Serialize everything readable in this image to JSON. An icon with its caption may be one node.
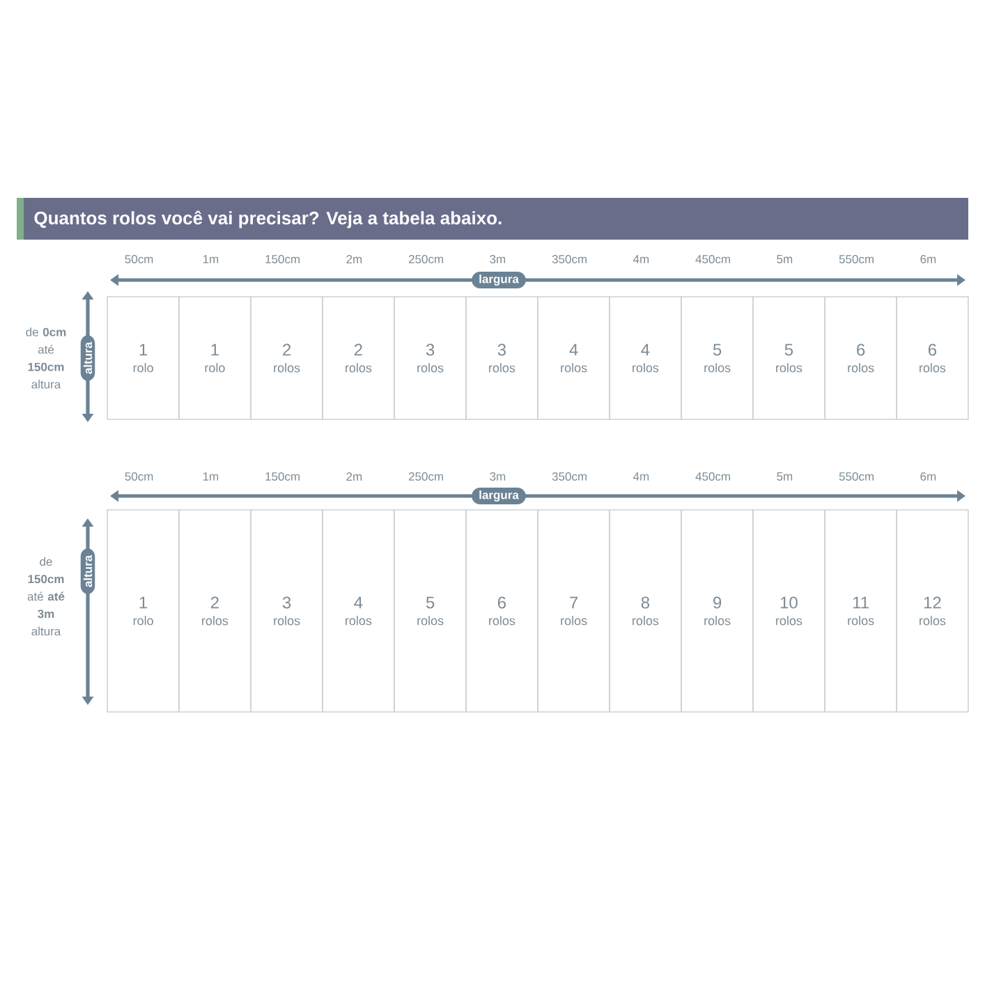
{
  "diagram": {
    "title": "Quantos rolos você vai precisar? Veja a tabela abaixo.",
    "nodes": [
      {
        "text": [
          "largura"
        ]
      },
      {
        "text": [
          "altura"
        ]
      },
      {
        "text": [
          "1",
          "rolo"
        ]
      },
      {
        "text": [
          "1",
          "rolo"
        ]
      },
      {
        "text": [
          "2",
          "rolos"
        ]
      },
      {
        "text": [
          "2",
          "rolos"
        ]
      },
      {
        "text": [
          "3",
          "rolos"
        ]
      },
      {
        "text": [
          "3",
          "rolos"
        ]
      },
      {
        "text": [
          "4",
          "rolos"
        ]
      },
      {
        "text": [
          "4",
          "rolos"
        ]
      },
      {
        "text": [
          "5",
          "rolos"
        ]
      },
      {
        "text": [
          "5",
          "rolos"
        ]
      },
      {
        "text": [
          "6",
          "rolos"
        ]
      },
      {
        "text": [
          "6",
          "rolos"
        ]
      },
      {
        "text": [
          "largura"
        ]
      },
      {
        "text": [
          "altura"
        ]
      },
      {
        "text": [
          "1",
          "rolo"
        ]
      },
      {
        "text": [
          "2",
          "rolos"
        ]
      },
      {
        "text": [
          "3",
          "rolos"
        ]
      },
      {
        "text": [
          "4",
          "rolos"
        ]
      },
      {
        "text": [
          "5",
          "rolos"
        ]
      },
      {
        "text": [
          "6",
          "rolos"
        ]
      },
      {
        "text": [
          "7",
          "rolos"
        ]
      },
      {
        "text": [
          "8",
          "rolos"
        ]
      },
      {
        "text": [
          "9",
          "rolos"
        ]
      },
      {
        "text": [
          "10",
          "rolos"
        ]
      },
      {
        "text": [
          "11",
          "rolos"
        ]
      },
      {
        "text": [
          "12",
          "rolos"
        ]
      }
    ],
    "labels": [
      "50cm",
      "1m",
      "150cm",
      "2m",
      "250cm",
      "3m",
      "350cm",
      "4m",
      "450cm",
      "5m",
      "550cm",
      "6m",
      "de **0cm** até **150cm** altura",
      "50cm",
      "1m",
      "150cm",
      "2m",
      "250cm",
      "3m",
      "350cm",
      "4m",
      "450cm",
      "5m",
      "550cm",
      "6m",
      "de **150cm** até **até 3m** altura"
    ]
  }
}
